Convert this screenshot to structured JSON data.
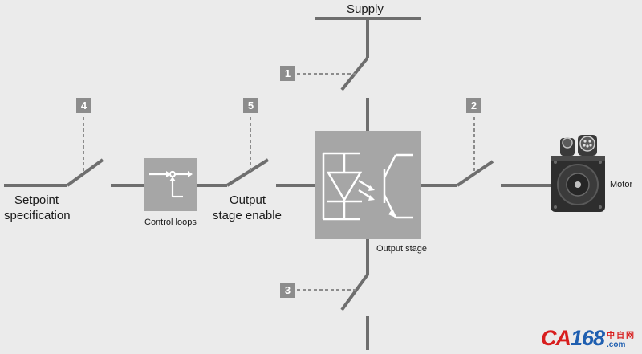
{
  "labels": {
    "supply": "Supply",
    "setpoint": "Setpoint",
    "specification": "specification",
    "control_loops": "Control loops",
    "output": "Output",
    "stage_enable": "stage enable",
    "output_stage": "Output stage",
    "motor": "Motor"
  },
  "badges": {
    "b1": "1",
    "b2": "2",
    "b3": "3",
    "b4": "4",
    "b5": "5"
  },
  "watermark": {
    "brand_ca": "CA",
    "brand_num": "168",
    "cn": "中自网",
    "domain": ".com"
  },
  "colors": {
    "background": "#ebebeb",
    "wire": "#6e6e6e",
    "block": "#a6a6a6",
    "badge": "#8c8c8c",
    "motor_body": "#2e2e2e"
  },
  "icons": {
    "control_block": "control-loop-icon",
    "output_block": "optocoupler-transistor-icon",
    "motor": "servo-motor-icon"
  }
}
